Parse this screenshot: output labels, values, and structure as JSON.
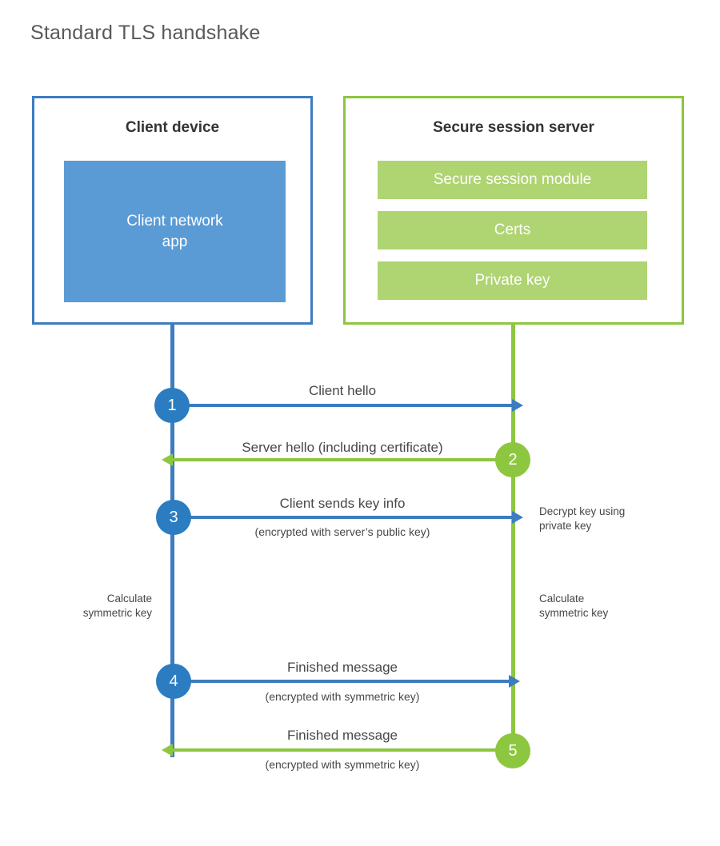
{
  "diagram": {
    "title": "Standard TLS handshake",
    "colors": {
      "client_border": "#3d7cc0",
      "client_fill": "#5b9bd5",
      "client_circle": "#2b7cc0",
      "server_border": "#8dc63f",
      "server_fill": "#afd472",
      "server_circle": "#8dc63f",
      "text": "#464749",
      "title_text": "#58595b"
    },
    "parties": {
      "client": {
        "title": "Client device",
        "blocks": [
          {
            "label": "Client network\napp"
          }
        ]
      },
      "server": {
        "title": "Secure session server",
        "blocks": [
          {
            "label": "Secure session module"
          },
          {
            "label": "Certs"
          },
          {
            "label": "Private key"
          }
        ]
      }
    },
    "steps": [
      {
        "number": "1",
        "direction": "client-to-server",
        "label": "Client hello",
        "sublabel": ""
      },
      {
        "number": "2",
        "direction": "server-to-client",
        "label": "Server hello (including certificate)",
        "sublabel": ""
      },
      {
        "number": "3",
        "direction": "client-to-server",
        "label": "Client sends key info",
        "sublabel": "(encrypted with server’s public key)"
      },
      {
        "number": "4",
        "direction": "client-to-server",
        "label": "Finished message",
        "sublabel": "(encrypted with symmetric key)"
      },
      {
        "number": "5",
        "direction": "server-to-client",
        "label": "Finished message",
        "sublabel": "(encrypted with symmetric key)"
      }
    ],
    "notes": {
      "decrypt_key": "Decrypt key using\nprivate key",
      "calculate_symmetric_key_client": "Calculate\nsymmetric key",
      "calculate_symmetric_key_server": "Calculate\nsymmetric key"
    }
  }
}
